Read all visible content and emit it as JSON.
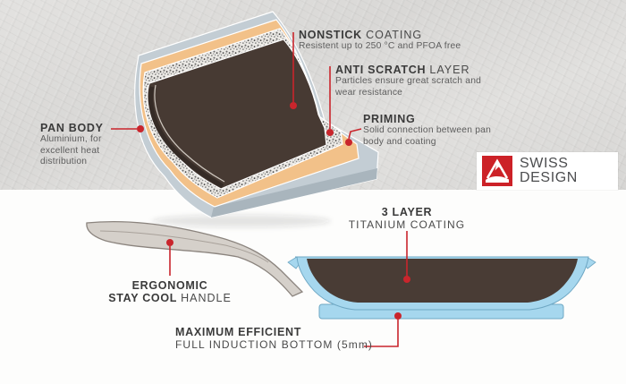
{
  "colors": {
    "accent_red": "#c9252c",
    "pan_blue": "#a6d7ee",
    "body_blue_gray": "#c3cdd4",
    "priming_orange": "#f2c189",
    "coating_brown": "#473a33",
    "handle_gray": "#d5d0ca",
    "background_gray": "#dedddb"
  },
  "icons": {
    "brand_mark": "mountain-logo-icon",
    "callout_marker": "red-dot-marker"
  },
  "cross_section": {
    "labels": {
      "nonstick": {
        "title_bold": "NONSTICK",
        "title_rest": "COATING",
        "desc": "Resistent up to 250 °C and PFOA free"
      },
      "anti_scratch": {
        "title_bold": "ANTI SCRATCH",
        "title_rest": "LAYER",
        "desc_line1": "Particles ensure great scratch and",
        "desc_line2": "wear resistance"
      },
      "priming": {
        "title_bold": "PRIMING",
        "desc_line1": "Solid connection between pan",
        "desc_line2": "body and coating"
      },
      "pan_body": {
        "title_bold": "PAN BODY",
        "desc_line1": "Aluminium, for",
        "desc_line2": "excellent heat",
        "desc_line3": "distribution"
      }
    }
  },
  "side_view": {
    "labels": {
      "three_layer": {
        "line1_bold": "3 LAYER",
        "line2": "TITANIUM COATING"
      },
      "ergonomic": {
        "line1_bold": "ERGONOMIC",
        "line2_bold": "STAY COOL",
        "line2_rest": "HANDLE"
      },
      "induction": {
        "line1_bold": "MAXIMUM EFFICIENT",
        "line2": "FULL INDUCTION BOTTOM (5mm)"
      }
    }
  },
  "brand": {
    "name_line1": "SWISS",
    "name_line2": "DESIGN"
  }
}
